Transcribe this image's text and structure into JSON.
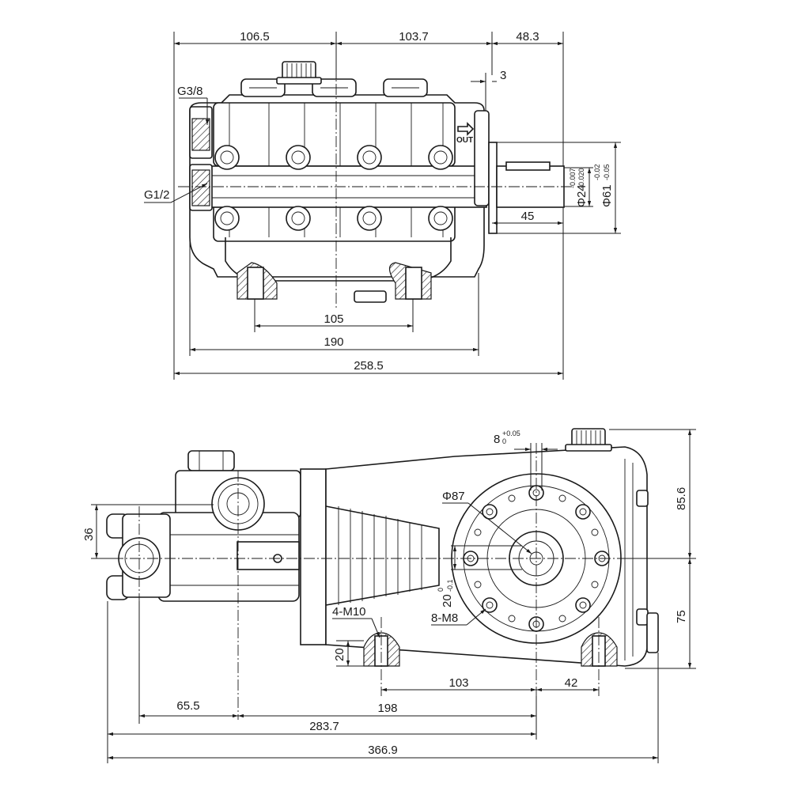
{
  "top_view": {
    "dims": {
      "w106_5": "106.5",
      "w103_7": "103.7",
      "w48_3": "48.3",
      "w3": "3",
      "w45": "45",
      "w105": "105",
      "w190": "190",
      "w258_5": "258.5",
      "phi24": "Φ24",
      "phi24_tol_upper": "-0.007",
      "phi24_tol_lower": "-0.020",
      "phi61": "Φ61",
      "phi61_tol_upper": "-0.02",
      "phi61_tol_lower": "-0.05"
    },
    "labels": {
      "port_g38": "G3/8",
      "port_g12": "G1/2",
      "outlet": "OUT"
    }
  },
  "side_view": {
    "dims": {
      "h36": "36",
      "phi87": "Φ87",
      "key8": "8",
      "key8_tol_upper": "+0.05",
      "key8_tol_lower": "0",
      "key20": "20",
      "key20_tol_upper": "0",
      "key20_tol_lower": "-0.1",
      "bolts_8m8": "8-M8",
      "mount_4m10": "4-M10",
      "h20": "20",
      "w103": "103",
      "w42": "42",
      "w65_5": "65.5",
      "w198": "198",
      "w283_7": "283.7",
      "w366_9": "366.9",
      "h85_6": "85.6",
      "h75": "75"
    }
  }
}
